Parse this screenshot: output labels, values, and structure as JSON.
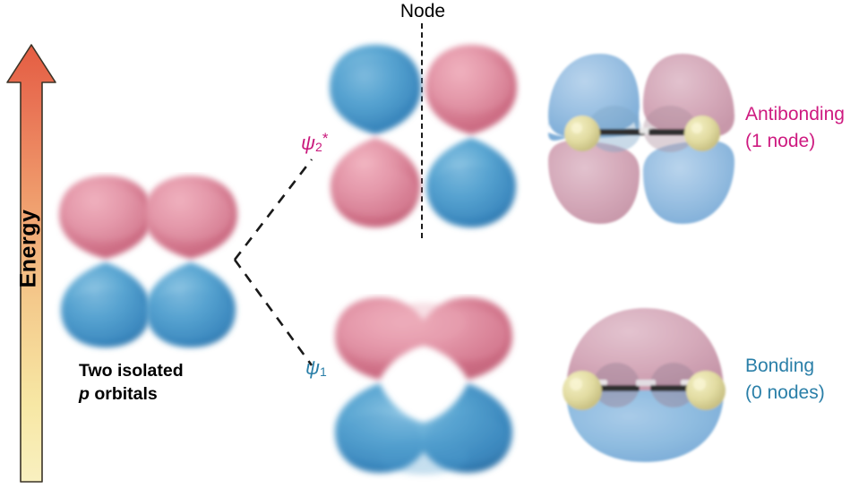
{
  "diagram": {
    "title_visible": false,
    "energy_axis": {
      "label": "Energy",
      "direction": "up",
      "gradient_bottom": "#F7EBAE",
      "gradient_top": "#E8694A"
    },
    "node_marker": {
      "label": "Node",
      "line_style": "dashed",
      "color": "#1a1a1a"
    },
    "left_group": {
      "caption_line1": "Two isolated",
      "caption_line2_italic": "p",
      "caption_line2_rest": " orbitals",
      "orbital_count": 2,
      "phase_pattern": "pink-top / blue-bottom (both)"
    },
    "antibonding": {
      "psi_symbol": "ψ",
      "psi_subscript": "2",
      "psi_superscript": "*",
      "label_line1": "Antibonding",
      "label_line2": "(1 node)",
      "node_count": 1,
      "color": "#CE1A80",
      "phase_pattern": "left: blue-top/pink-bottom, right: pink-top/blue-bottom (out of phase)"
    },
    "bonding": {
      "psi_symbol": "ψ",
      "psi_subscript": "1",
      "label_line1": "Bonding",
      "label_line2": "(0 nodes)",
      "node_count": 0,
      "color": "#2A7FA8",
      "phase_pattern": "both: pink-top/blue-bottom (in phase)"
    },
    "colors": {
      "lobe_pink": "#D4798C",
      "lobe_blue": "#3D8FC4",
      "atom_sphere": "#E4E0A8",
      "bond": "#333333",
      "magenta_text": "#CE1A80",
      "teal_text": "#2A7FA8",
      "black_text": "#000000",
      "background": "#FFFFFF"
    }
  }
}
